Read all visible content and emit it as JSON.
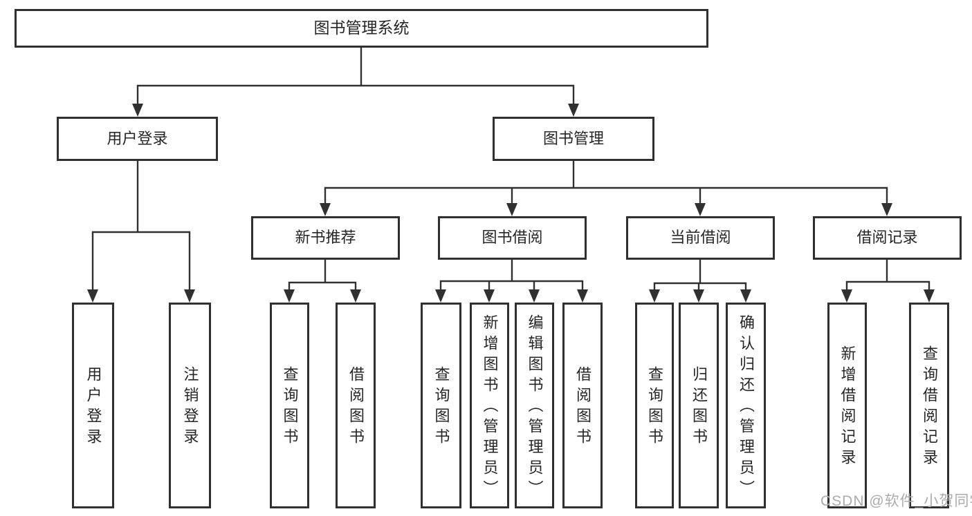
{
  "tree": {
    "root": "图书管理系统",
    "children": [
      {
        "label": "用户登录",
        "children": [
          "用户登录",
          "注销登录"
        ]
      },
      {
        "label": "图书管理",
        "children": [
          {
            "label": "新书推荐",
            "children": [
              "查询图书",
              "借阅图书"
            ]
          },
          {
            "label": "图书借阅",
            "children": [
              "查询图书",
              "新增图书（管理员）",
              "编辑图书（管理员）",
              "借阅图书"
            ]
          },
          {
            "label": "当前借阅",
            "children": [
              "查询图书",
              "归还图书",
              "确认归还（管理员）"
            ]
          },
          {
            "label": "借阅记录",
            "children": [
              "新增借阅记录",
              "查询借阅记录"
            ]
          }
        ]
      }
    ]
  },
  "watermark": {
    "text": "CSDN @软件_小贺同学"
  },
  "colors": {
    "line": "#303030",
    "box_border": "#303030",
    "text": "#262626",
    "watermark": "#ababab",
    "background": "#ffffff"
  }
}
